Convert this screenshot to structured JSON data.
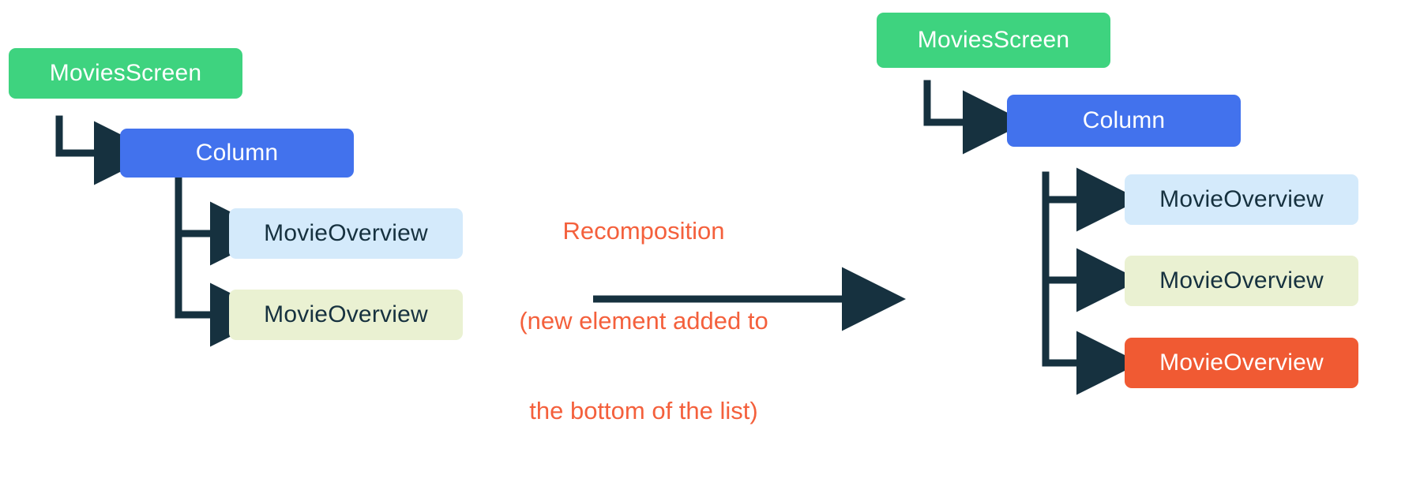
{
  "diagram": {
    "title_text": "Recomposition (new element added to the bottom of the list)",
    "colors": {
      "green": "#3ed37f",
      "blue": "#4272ed",
      "light_blue": "#d4eafb",
      "lime": "#eaf1d2",
      "orange": "#f05a33",
      "arrow_navy": "#16313f",
      "caption_orange": "#f4603c",
      "background": "#ffffff"
    },
    "transition": {
      "label_line_1": "Recomposition",
      "label_line_2": "(new element added to",
      "label_line_3": "the bottom of the list)",
      "arrow_name": "transition-arrow"
    },
    "before": {
      "root": {
        "label": "MoviesScreen",
        "color": "green"
      },
      "container": {
        "label": "Column",
        "color": "blue"
      },
      "children": [
        {
          "label": "MovieOverview",
          "color": "light_blue"
        },
        {
          "label": "MovieOverview",
          "color": "lime"
        }
      ]
    },
    "after": {
      "root": {
        "label": "MoviesScreen",
        "color": "green"
      },
      "container": {
        "label": "Column",
        "color": "blue"
      },
      "children": [
        {
          "label": "MovieOverview",
          "color": "light_blue"
        },
        {
          "label": "MovieOverview",
          "color": "lime"
        },
        {
          "label": "MovieOverview",
          "color": "orange"
        }
      ]
    }
  }
}
